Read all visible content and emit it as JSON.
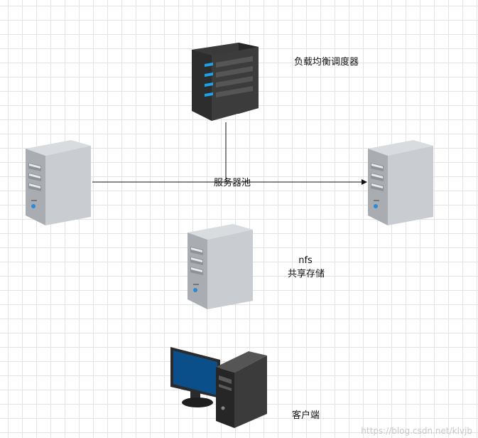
{
  "nodes": {
    "load_balancer": {
      "label": "负载均衡调度器"
    },
    "server_pool": {
      "label": "服务器池"
    },
    "nfs_storage": {
      "label_line1": "nfs",
      "label_line2": "共享存储"
    },
    "client": {
      "label": "客户端"
    }
  },
  "watermark": "https://blog.csdn.net/klvjb",
  "colors": {
    "grid": "#e3e3e3",
    "server_gray": "#b9bdc2",
    "server_dark": "#3a3a3a",
    "led_blue": "#1aa3e8",
    "monitor_blue": "#0b4f8a"
  }
}
